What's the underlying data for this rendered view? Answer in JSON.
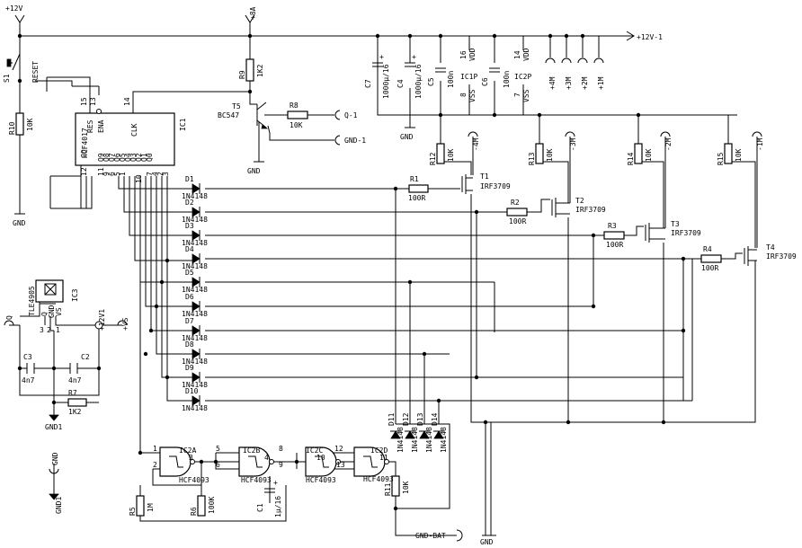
{
  "power": {
    "v12_top": "+12V",
    "v8_top": "+8A",
    "v12_rail": "+12V-1",
    "gnd": "GND",
    "gnd1": "GND-1",
    "gnd1_alt": "GND1",
    "gnd_bat": "GND-BAT",
    "v12v1": "+12V1",
    "vs": "+VS",
    "q_in": "Q",
    "q1": "Q-1"
  },
  "outputs": [
    "+4M",
    "+3M",
    "+2M",
    "+1M"
  ],
  "channels": [
    "-4M",
    "-3M",
    "-2M",
    "-1M"
  ],
  "reset": {
    "ref": "S1",
    "label": "RESET"
  },
  "ic1": {
    "ref": "IC1",
    "part": "HCF4017",
    "pins": {
      "res": "RES",
      "ena": "ENA",
      "clk": "CLK",
      "p15": "15",
      "p13": "13",
      "p14": "14",
      "co": "CO",
      "co_pin": "12",
      "bottom_labels": [
        "Q9",
        "Q8",
        "Q7",
        "Q6",
        "Q5",
        "Q4",
        "Q3",
        "Q2",
        "Q1",
        "Q0"
      ],
      "bottom_pins": [
        "11",
        "9",
        "6",
        "5",
        "1",
        "10",
        "7",
        "4",
        "2",
        "3"
      ]
    }
  },
  "ic3": {
    "ref": "IC3",
    "part": "TLE4905",
    "pins": [
      "3",
      "2",
      "1"
    ],
    "pin_labels": [
      "Q",
      "GND",
      "VS"
    ]
  },
  "decoupling": {
    "ic1p": "IC1P",
    "ic2p": "IC2P",
    "vdd": "VDD",
    "vss": "VSS",
    "p16": "16",
    "p8": "8",
    "p14": "14",
    "p7": "7"
  },
  "gates": [
    {
      "ref": "IC2A",
      "part": "HCF4093",
      "in1": "1",
      "in2": "2",
      "out": "3"
    },
    {
      "ref": "IC2B",
      "part": "HCF4093",
      "in1": "5",
      "in2": "6",
      "out": "4"
    },
    {
      "ref": "IC2C",
      "part": "HCF4093",
      "in1": "8",
      "in2": "9",
      "out": "10"
    },
    {
      "ref": "IC2D",
      "part": "HCF4093",
      "in1": "12",
      "in2": "13",
      "out": "11"
    }
  ],
  "transistors": [
    {
      "ref": "T1",
      "part": "IRF3709"
    },
    {
      "ref": "T2",
      "part": "IRF3709"
    },
    {
      "ref": "T3",
      "part": "IRF3709"
    },
    {
      "ref": "T4",
      "part": "IRF3709"
    },
    {
      "ref": "T5",
      "part": "BC547"
    }
  ],
  "resistors": {
    "R1": "100R",
    "R2": "100R",
    "R3": "100R",
    "R4": "100R",
    "R5": "1M",
    "R6": "100K",
    "R7": "1K2",
    "R8": "10K",
    "R9": "1K2",
    "R10": "10K",
    "R11": "10K",
    "R12": "10K",
    "R13": "10K",
    "R14": "10K",
    "R15": "10K"
  },
  "capacitors": {
    "C1": "1µ/16",
    "C2": "4n7",
    "C3": "4n7",
    "C4": "1000µ/16",
    "C5": "100n",
    "C6": "100n",
    "C7": "1000µ/16"
  },
  "diodes": {
    "row": [
      {
        "ref": "D1",
        "part": "1N4148"
      },
      {
        "ref": "D2",
        "part": "1N4148"
      },
      {
        "ref": "D3",
        "part": "1N4148"
      },
      {
        "ref": "D4",
        "part": "1N4148"
      },
      {
        "ref": "D5",
        "part": "1N4148"
      },
      {
        "ref": "D6",
        "part": "1N4148"
      },
      {
        "ref": "D7",
        "part": "1N4148"
      },
      {
        "ref": "D8",
        "part": "1N4148"
      },
      {
        "ref": "D9",
        "part": "1N4148"
      },
      {
        "ref": "D10",
        "part": "1N4148"
      }
    ],
    "vertical": [
      {
        "ref": "D11",
        "part": "1N4148"
      },
      {
        "ref": "D12",
        "part": "1N4148"
      },
      {
        "ref": "D13",
        "part": "1N4148"
      },
      {
        "ref": "D14",
        "part": "1N4148"
      }
    ]
  },
  "symbols": {
    "positive": "+"
  }
}
